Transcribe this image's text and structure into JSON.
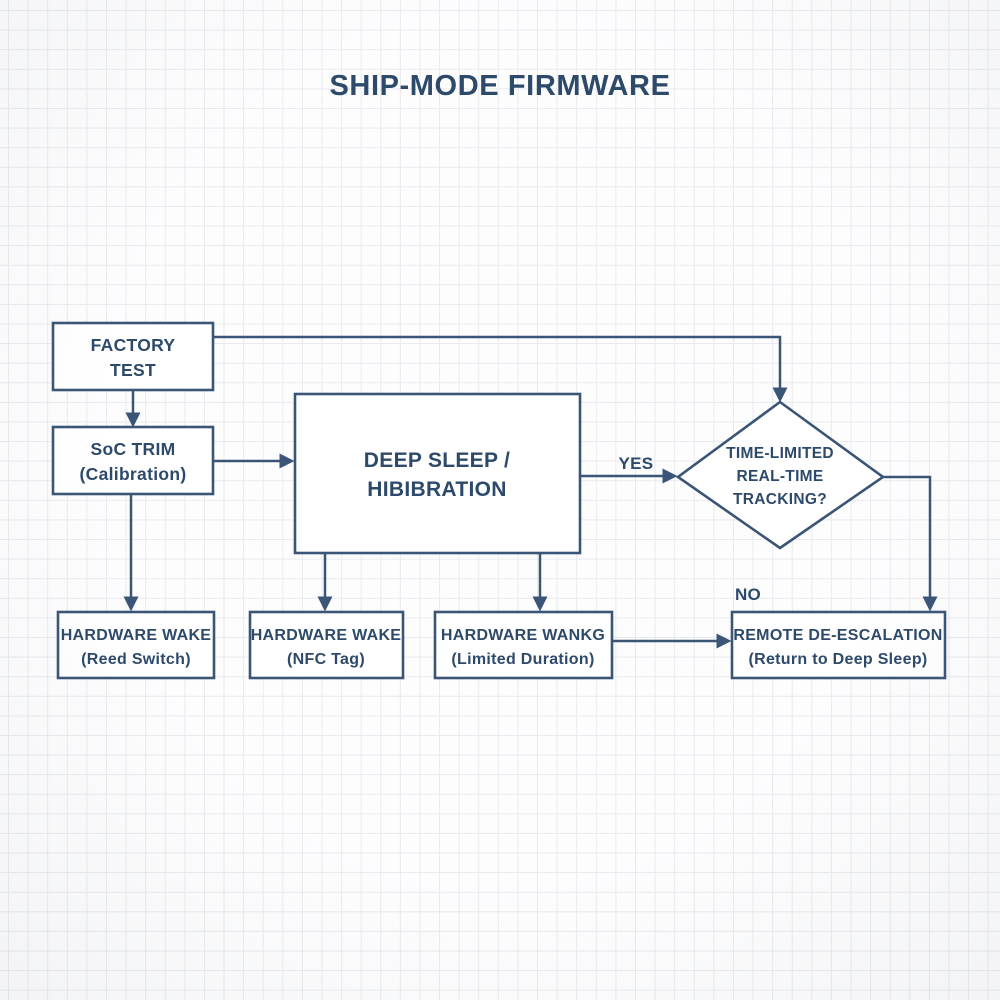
{
  "title": "SHIP-MODE FIRMWARE",
  "colors": {
    "stroke": "#3a5576",
    "text": "#2e4a6a",
    "grid": "#e8eaef",
    "paper": "#fdfdfe"
  },
  "diagram_type": "flowchart",
  "nodes": {
    "factory_test": {
      "line1": "FACTORY",
      "line2": "TEST"
    },
    "soc_trim": {
      "line1": "SoC TRIM",
      "line2": "(Calibration)"
    },
    "deep_sleep": {
      "line1": "DEEP SLEEP /",
      "line2": "HIBIBRATION"
    },
    "decision": {
      "line1": "TIME-LIMITED",
      "line2": "REAL-TIME",
      "line3": "TRACKING?"
    },
    "hw_wake_reed": {
      "line1": "HARDWARE WAKE",
      "line2": "(Reed Switch)"
    },
    "hw_wake_nfc": {
      "line1": "HARDWARE WAKE",
      "line2": "(NFC Tag)"
    },
    "hw_wake_limited": {
      "line1": "HARDWARE WANKG",
      "line2": "(Limited Duration)"
    },
    "remote_deescalation": {
      "line1": "REMOTE DE-ESCALATION",
      "line2": "(Return to Deep Sleep)"
    }
  },
  "edge_labels": {
    "yes": "YES",
    "no": "NO"
  }
}
